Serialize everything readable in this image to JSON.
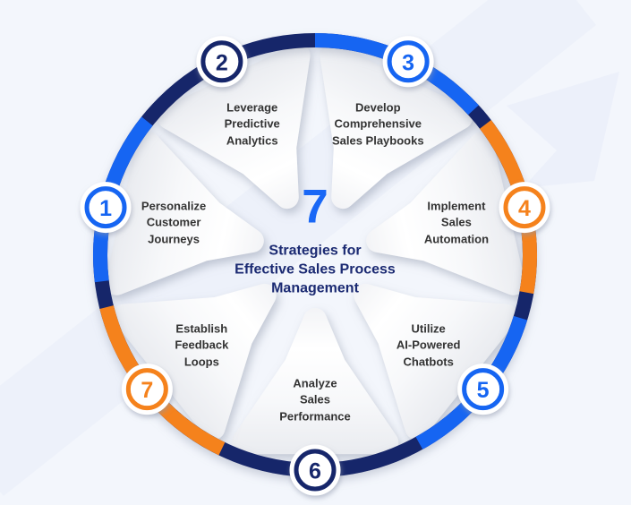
{
  "center": {
    "number": "7",
    "title": "Strategies for\nEffective Sales Process\nManagement"
  },
  "strategies": [
    {
      "number": "1",
      "label": "Personalize\nCustomer\nJourneys",
      "color": "blue"
    },
    {
      "number": "2",
      "label": "Leverage\nPredictive\nAnalytics",
      "color": "navy"
    },
    {
      "number": "3",
      "label": "Develop\nComprehensive\nSales Playbooks",
      "color": "blue"
    },
    {
      "number": "4",
      "label": "Implement\nSales\nAutomation",
      "color": "orange"
    },
    {
      "number": "5",
      "label": "Utilize\nAI-Powered\nChatbots",
      "color": "blue"
    },
    {
      "number": "6",
      "label": "Analyze\nSales\nPerformance",
      "color": "navy"
    },
    {
      "number": "7",
      "label": "Establish\nFeedback\nLoops",
      "color": "orange"
    }
  ],
  "colors": {
    "blue": "#1565F2",
    "navy": "#14266B",
    "orange": "#F5821F",
    "seven": "#1A68F6",
    "heading": "#1B2A72",
    "label_text": "#333333",
    "background": "#F3F6FC",
    "decor": "#E9EEF9"
  }
}
